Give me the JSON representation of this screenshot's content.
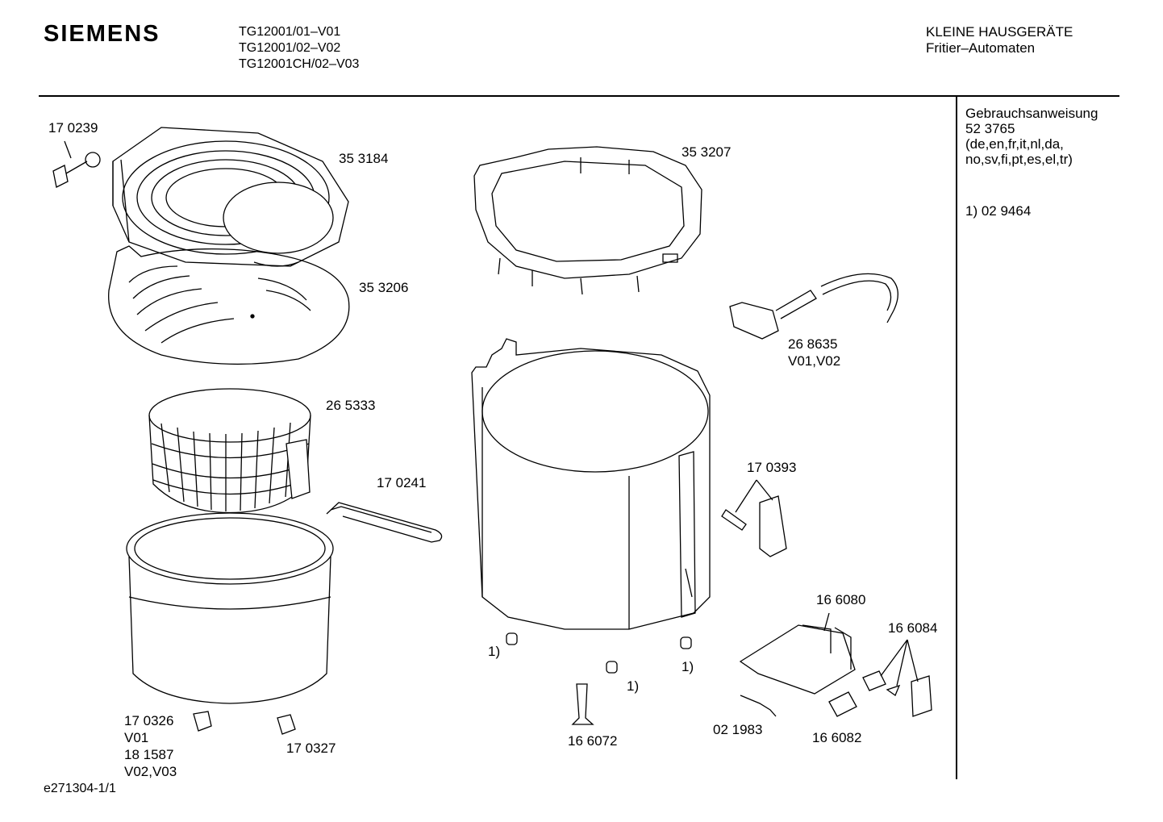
{
  "header": {
    "brand": "SIEMENS",
    "models": [
      "TG12001/01–V01",
      "TG12001/02–V02",
      "TG12001CH/02–V03"
    ],
    "category": [
      "KLEINE HAUSGERÄTE",
      "Fritier–Automaten"
    ]
  },
  "sidebar": {
    "manual_title": "Gebrauchsanweisung",
    "manual_number": "52 3765",
    "languages_line1": "(de,en,fr,it,nl,da,",
    "languages_line2": "no,sv,fi,pt,es,el,tr)",
    "footnote": "1)  02 9464"
  },
  "parts": {
    "p170239": "17 0239",
    "p353184": "35 3184",
    "p353206": "35 3206",
    "p353207": "35 3207",
    "p268635": "26 8635",
    "p268635_v": "V01,V02",
    "p265333": "26 5333",
    "p170241": "17 0241",
    "p170393": "17 0393",
    "p166080": "16 6080",
    "p166084": "16 6084",
    "p170326": "17 0326",
    "p170326_v": "V01",
    "p181587": "18 1587",
    "p181587_v": "V02,V03",
    "p170327": "17 0327",
    "p166072": "16 6072",
    "p021983": "02 1983",
    "p166082": "16 6082",
    "ref1": "1)"
  },
  "footer": {
    "doc_id": "e271304-1/1"
  }
}
